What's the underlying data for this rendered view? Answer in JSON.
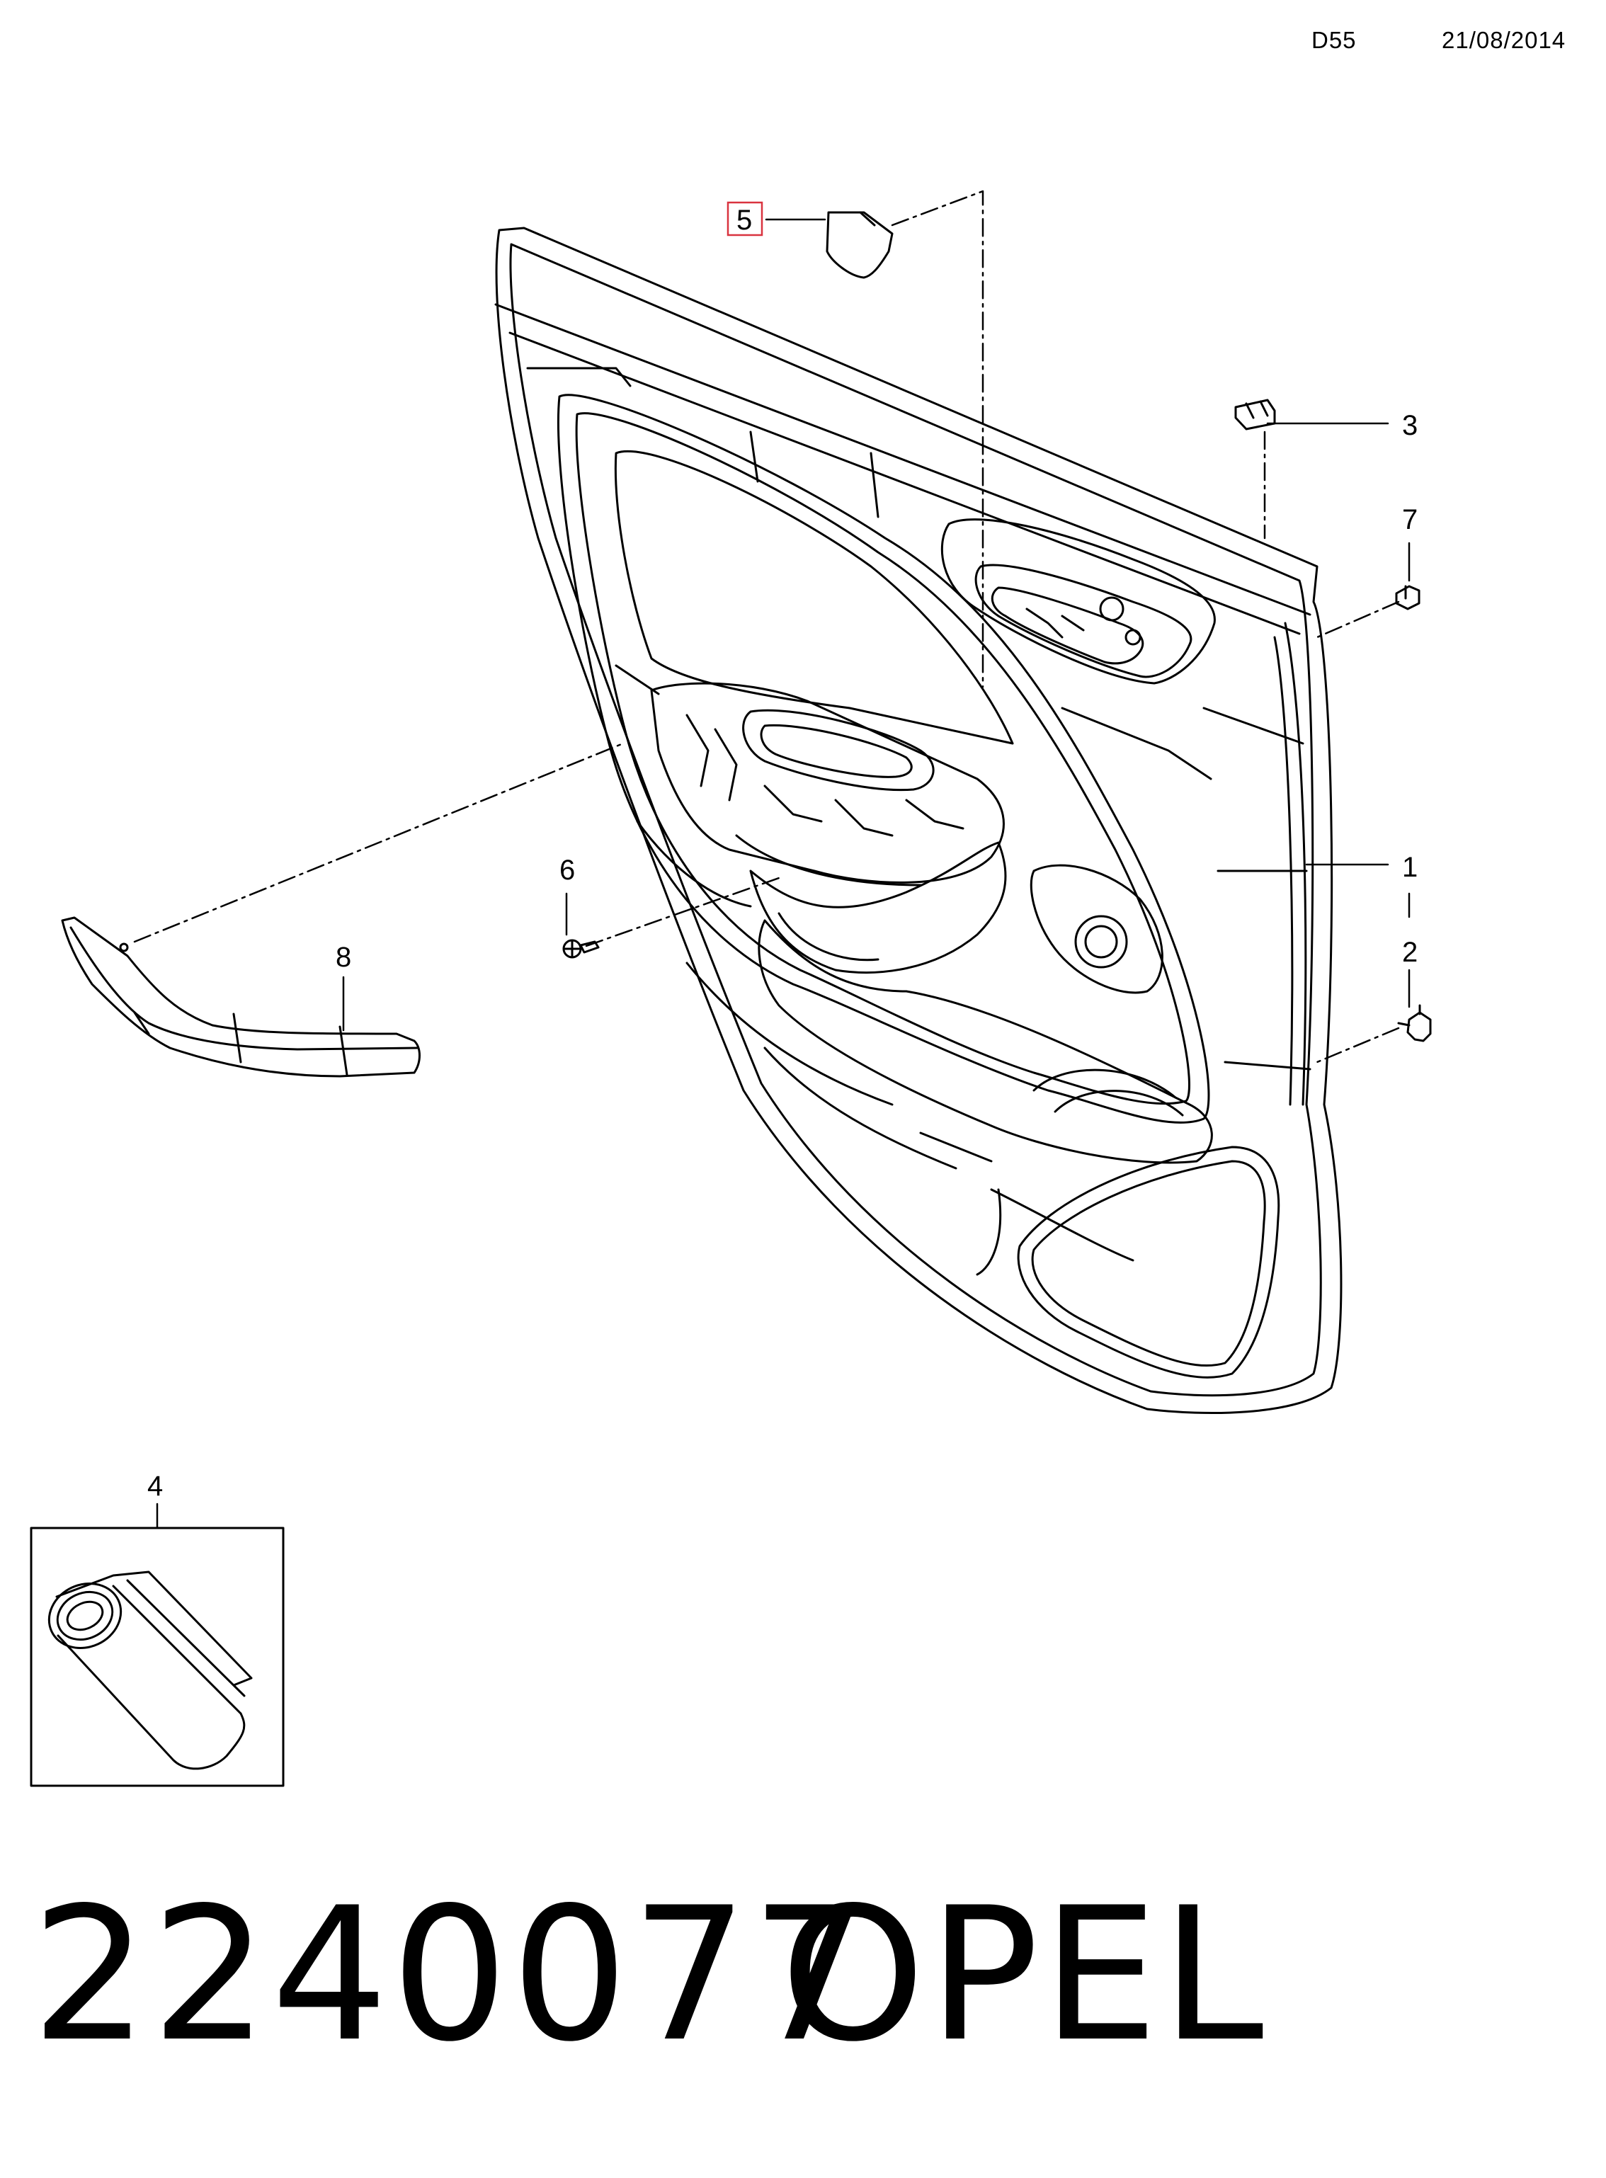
{
  "header": {
    "code": "D55",
    "date": "21/08/2014"
  },
  "callouts": [
    {
      "id": "1",
      "label": "1"
    },
    {
      "id": "2",
      "label": "2"
    },
    {
      "id": "3",
      "label": "3"
    },
    {
      "id": "4",
      "label": "4"
    },
    {
      "id": "5",
      "label": "5",
      "highlighted": true
    },
    {
      "id": "6",
      "label": "6"
    },
    {
      "id": "7",
      "label": "7"
    },
    {
      "id": "8",
      "label": "8"
    }
  ],
  "footer": {
    "part_number": "2240077",
    "brand": "OPEL"
  },
  "colors": {
    "line": "#000000",
    "highlight_box": "#d9333f",
    "background": "#ffffff"
  }
}
